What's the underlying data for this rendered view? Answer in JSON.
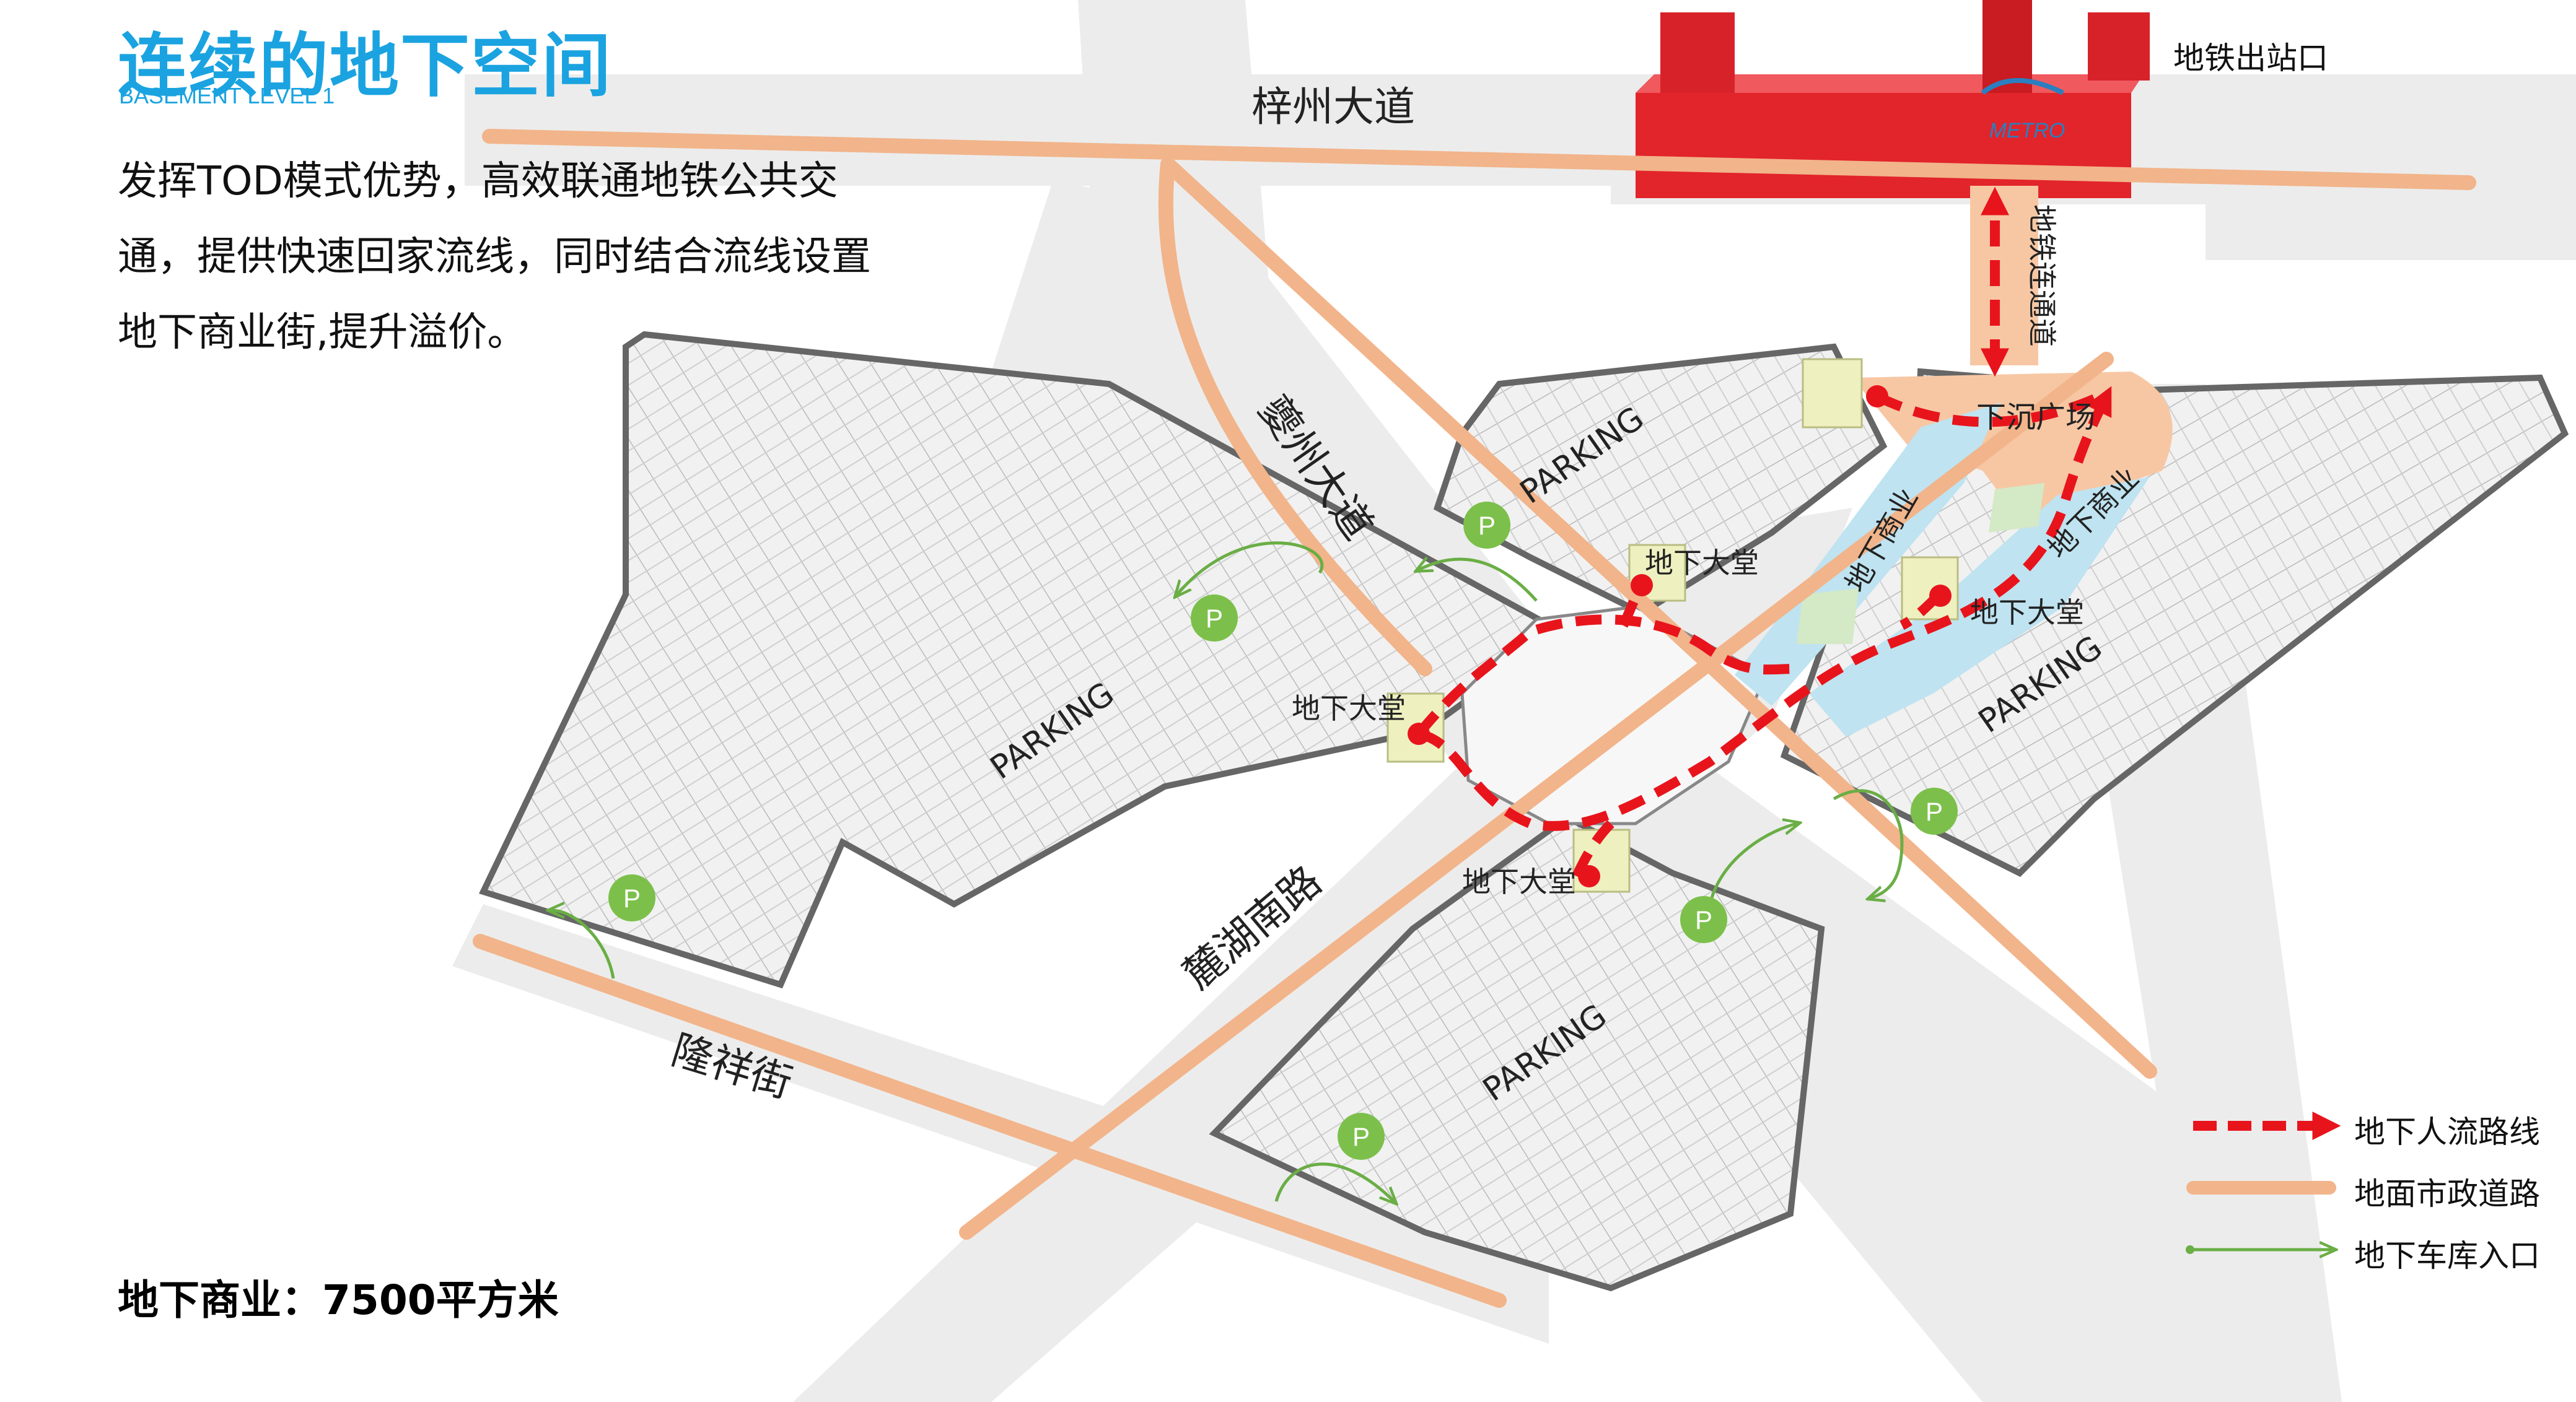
{
  "header": {
    "title": "连续的地下空间",
    "subtitle": "BASEMENT LEVEL 1",
    "description": "发挥TOD模式优势，高效联通地铁公共交通，提供快速回家流线，同时结合流线设置地下商业街,提升溢价。"
  },
  "footer": {
    "area_text": "地下商业：7500平方米"
  },
  "roads": {
    "zizhou": "梓州大道",
    "kuizhou": "夔州大道",
    "luhu": "麓湖南路",
    "longxiang": "隆祥街",
    "metro_passage": "地铁连通道"
  },
  "places": {
    "metro_exit": "地铁出站口",
    "metro_logo": "METRO",
    "sunken_plaza": "下沉广场",
    "underground_commerce": "地下商业",
    "lobby": "地下大堂",
    "parking": "PARKING",
    "parking_icon": "P"
  },
  "legend": {
    "pedestrian_route": "地下人流路线",
    "ground_road": "地面市政道路",
    "garage_entrance": "地下车库入口"
  },
  "colors": {
    "title_blue": "#1aa3e0",
    "route_red": "#e8141c",
    "road_orange": "#f2b48a",
    "entrance_green": "#6aae45",
    "parking_icon_green": "#7cc04b",
    "metro_red": "#e2242b",
    "water_blue": "#bfe3f0",
    "plaza_peach": "#f7c7a4",
    "lobby_yellow": "#eef0c0"
  }
}
